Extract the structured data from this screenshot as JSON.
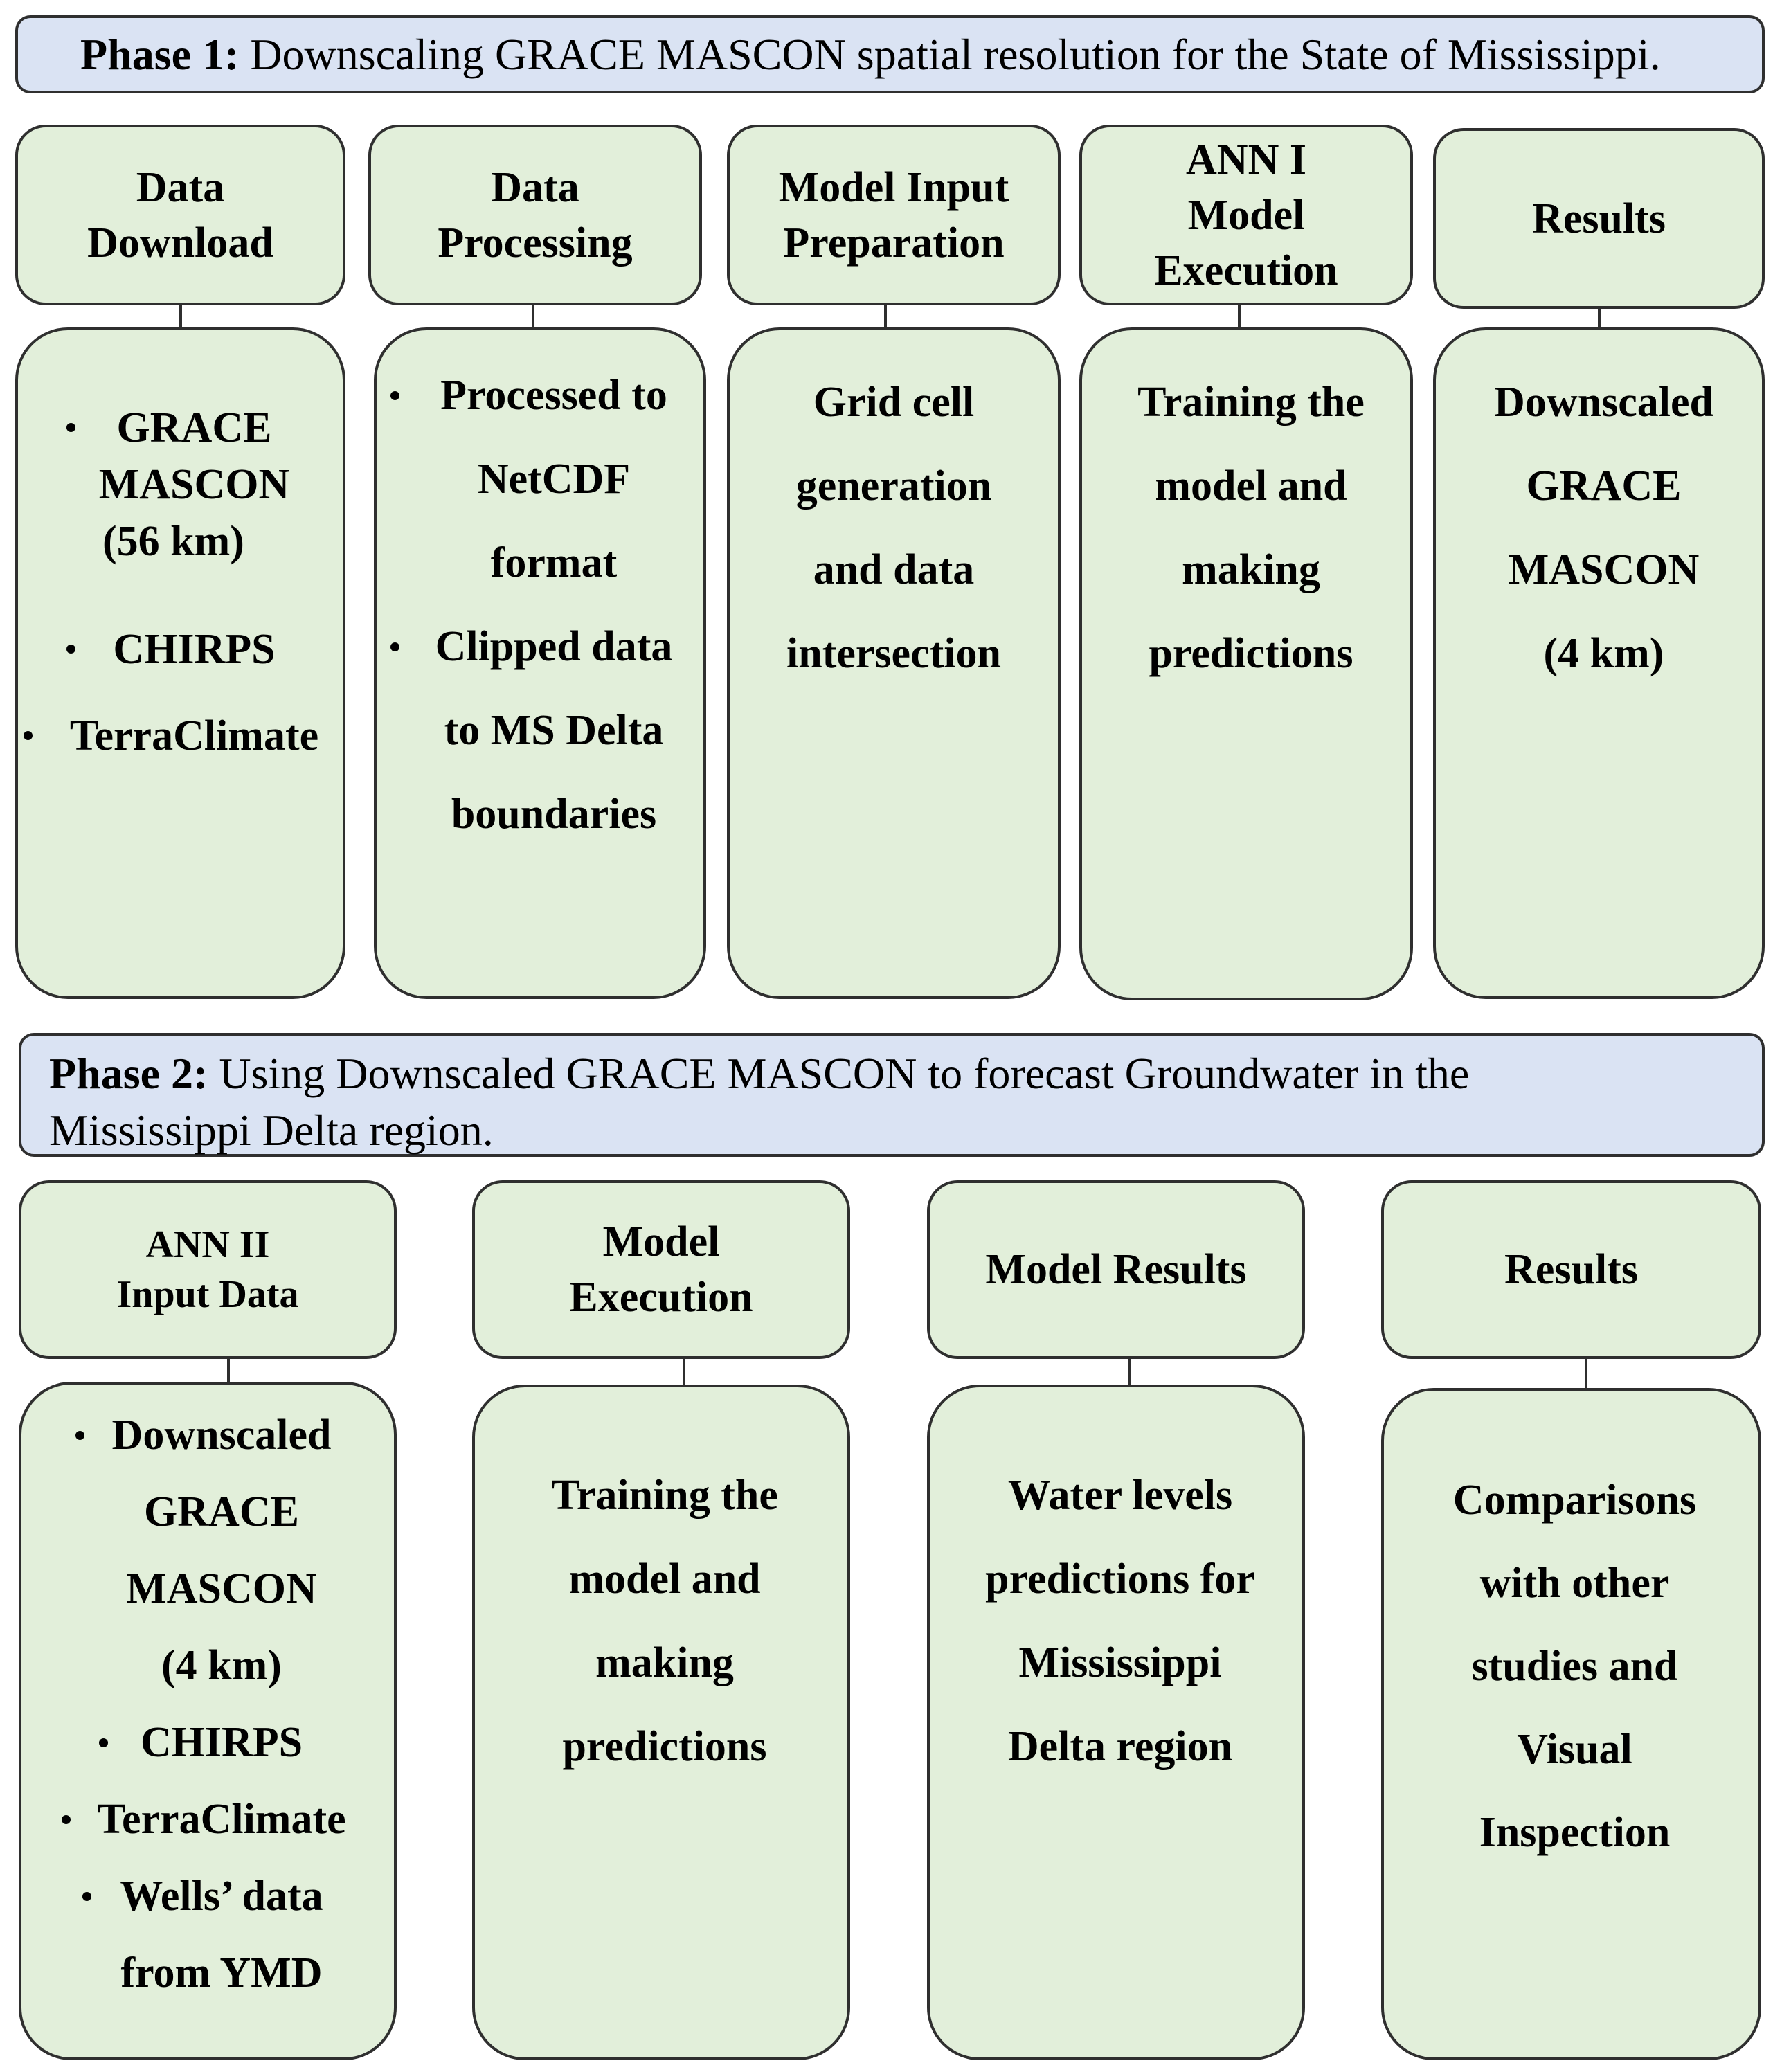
{
  "phase1": {
    "label": "Phase 1:",
    "text": " Downscaling GRACE MASCON spatial resolution for the State of Mississippi.",
    "headers": [
      [
        "Data",
        "Download"
      ],
      [
        "Data",
        "Processing"
      ],
      [
        "Model Input",
        "Preparation"
      ],
      [
        "ANN I",
        "Model",
        "Execution"
      ],
      [
        "Results"
      ]
    ],
    "bodies": {
      "data_download": {
        "bullets": [
          [
            "GRACE",
            "MASCON",
            "(56 km)"
          ],
          [
            "CHIRPS"
          ],
          [
            "TerraClimate"
          ]
        ]
      },
      "data_processing": {
        "bullets": [
          [
            "Processed to",
            "NetCDF",
            "format"
          ],
          [
            "Clipped data",
            "to MS Delta",
            "boundaries"
          ]
        ]
      },
      "model_input_preparation": [
        "Grid cell",
        "generation",
        "and data",
        "intersection"
      ],
      "ann1_execution": [
        "Training the",
        "model and",
        "making",
        "predictions"
      ],
      "results": [
        "Downscaled",
        "GRACE",
        "MASCON",
        "(4 km)"
      ]
    }
  },
  "phase2": {
    "label": "Phase 2:",
    "line1": " Using Downscaled GRACE MASCON to forecast Groundwater in the",
    "line2": "Mississippi Delta region.",
    "headers": [
      [
        "ANN II",
        "Input Data"
      ],
      [
        "Model",
        "Execution"
      ],
      [
        "Model Results"
      ],
      [
        "Results"
      ]
    ],
    "bodies": {
      "ann2_input_data": {
        "bullets": [
          [
            "Downscaled",
            "GRACE",
            "MASCON",
            "(4 km)"
          ],
          [
            "CHIRPS"
          ],
          [
            "TerraClimate"
          ],
          [
            "Wells’ data",
            "from YMD"
          ]
        ]
      },
      "model_execution": [
        "Training the",
        "model and",
        "making",
        "predictions"
      ],
      "model_results": [
        "Water levels",
        "predictions for",
        "Mississippi",
        "Delta region"
      ],
      "results": [
        "Comparisons",
        "with other",
        "studies and",
        "Visual",
        "Inspection"
      ]
    }
  },
  "colors": {
    "banner_fill": "#dae3f3",
    "box_fill": "#e2efda",
    "border": "#2f2f2f"
  }
}
